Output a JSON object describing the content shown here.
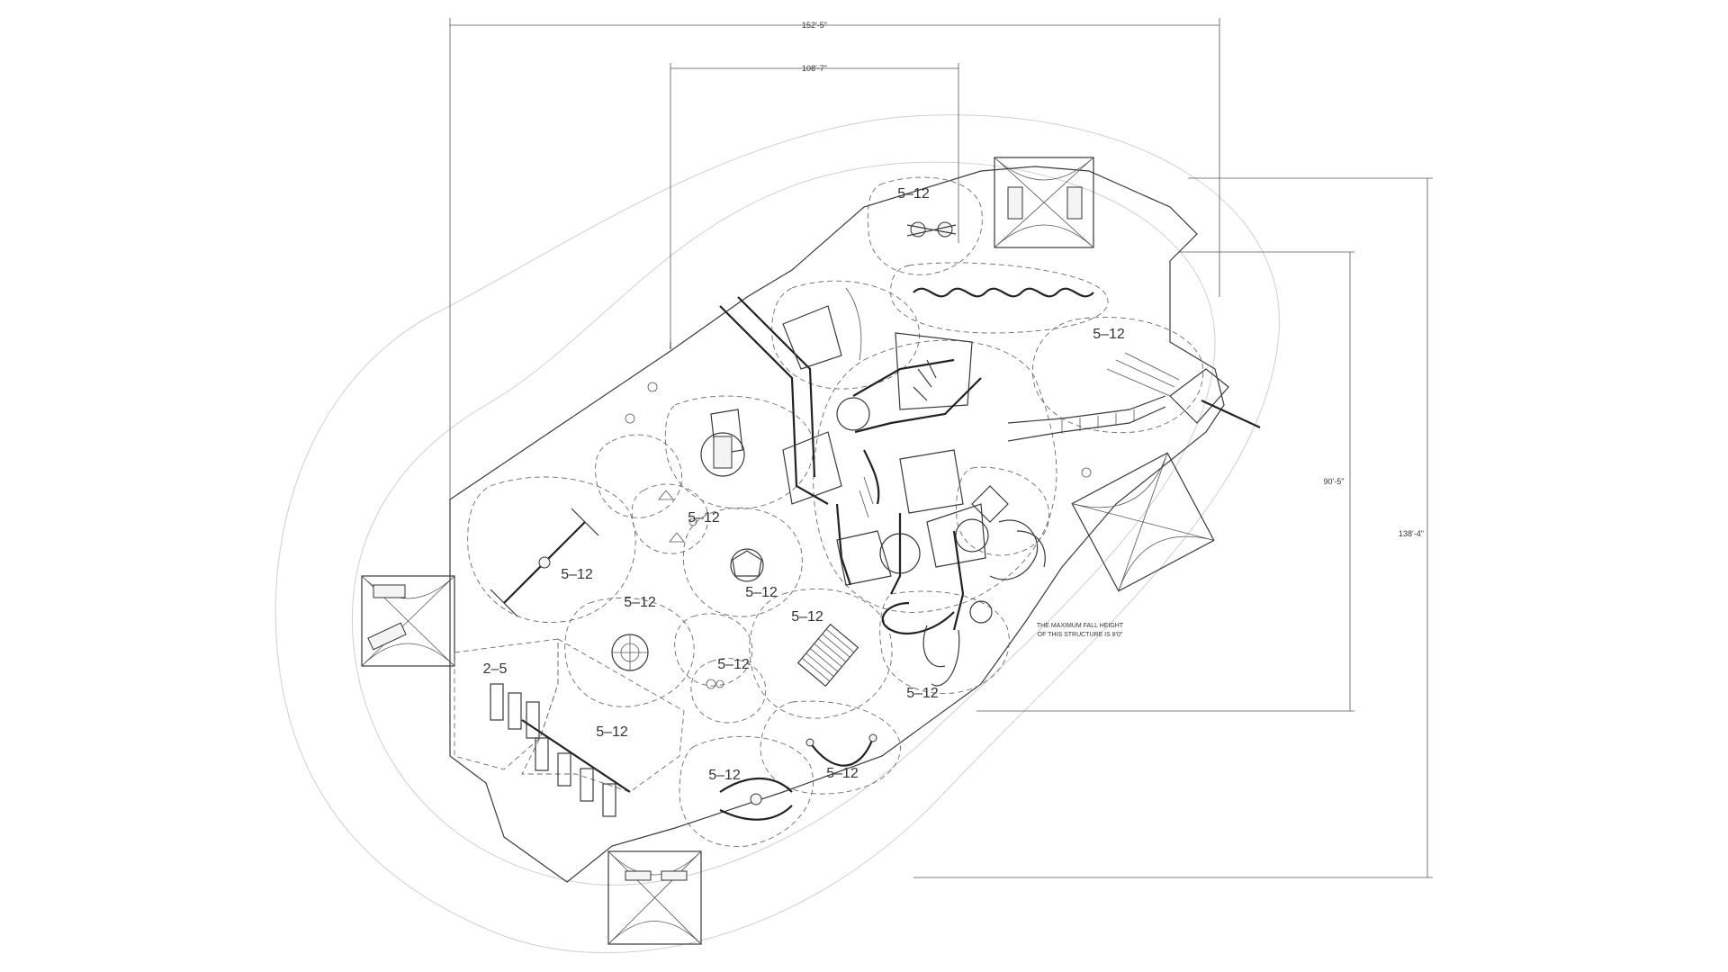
{
  "dimensions": {
    "overall_width": "152'-5\"",
    "inner_width": "108'-7\"",
    "inner_height": "90'-5\"",
    "overall_height": "138'-4\""
  },
  "zones": [
    {
      "id": "zone-spring-top",
      "label": "5–12"
    },
    {
      "id": "zone-net-right",
      "label": "5–12"
    },
    {
      "id": "zone-spinner-mid",
      "label": "5–12"
    },
    {
      "id": "zone-seesaw-left",
      "label": "5–12"
    },
    {
      "id": "zone-cluster-a",
      "label": "5–12"
    },
    {
      "id": "zone-hub",
      "label": "5–12"
    },
    {
      "id": "zone-ladder",
      "label": "5–12"
    },
    {
      "id": "zone-small-circle",
      "label": "5–12"
    },
    {
      "id": "zone-swing-toddler",
      "label": "2–5"
    },
    {
      "id": "zone-swing-big",
      "label": "5–12"
    },
    {
      "id": "zone-crossbar",
      "label": "5–12"
    },
    {
      "id": "zone-hammock",
      "label": "5–12"
    },
    {
      "id": "zone-main-bottom",
      "label": "5–12"
    }
  ],
  "notes": {
    "fall_height_line1": "THE MAXIMUM FALL HEIGHT",
    "fall_height_line2": "OF THIS STRUCTURE IS 8'0\""
  },
  "colors": {
    "line": "#3a3a3a",
    "faint": "#cfcfcf",
    "background": "#ffffff"
  }
}
